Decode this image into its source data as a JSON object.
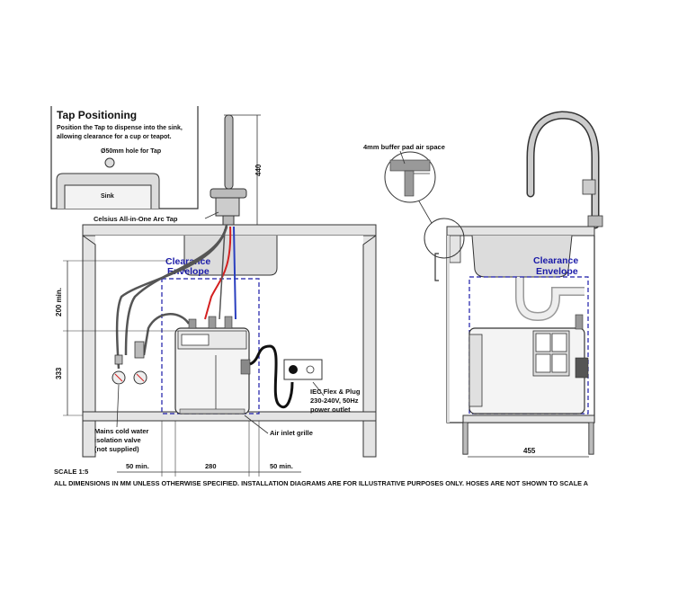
{
  "tap_positioning": {
    "title": "Tap Positioning",
    "desc_line1": "Position the Tap to dispense into the sink,",
    "desc_line2": "allowing clearance for a cup or teapot.",
    "hole_label": "Ø50mm hole for Tap",
    "sink_label": "Sink"
  },
  "labels": {
    "tap_name": "Celsius All-in-One Arc Tap",
    "clearance_line1": "Clearance",
    "clearance_line2": "Envelope",
    "plug_line1": "IEC Flex & Plug",
    "plug_line2": "230-240V, 50Hz",
    "plug_line3": "power outlet",
    "valve_line1": "Mains cold water",
    "valve_line2": "isolation valve",
    "valve_line3": "(not supplied)",
    "air_inlet": "Air inlet grille",
    "buffer_pad": "4mm buffer pad air space",
    "side_clearance_line1": "Clearance",
    "side_clearance_line2": "Envelope"
  },
  "dimensions": {
    "tap_height": "440",
    "top_clearance": "200 min.",
    "unit_height": "333",
    "left_gap": "50 min.",
    "unit_width": "280",
    "right_gap": "50 min.",
    "depth": "455"
  },
  "footer": {
    "scale": "SCALE 1:5",
    "disclaimer": "ALL DIMENSIONS IN MM UNLESS OTHERWISE SPECIFIED. INSTALLATION DIAGRAMS ARE FOR ILLUSTRATIVE PURPOSES ONLY. HOSES ARE NOT SHOWN TO SCALE A"
  },
  "colors": {
    "line": "#333333",
    "clearance": "#1a1aa8",
    "hot_hose": "#d42020",
    "cold_hose": "#2a3fbf",
    "cabinet_fill": "#e4e4e4",
    "sink_fill": "#dcdcdc"
  }
}
